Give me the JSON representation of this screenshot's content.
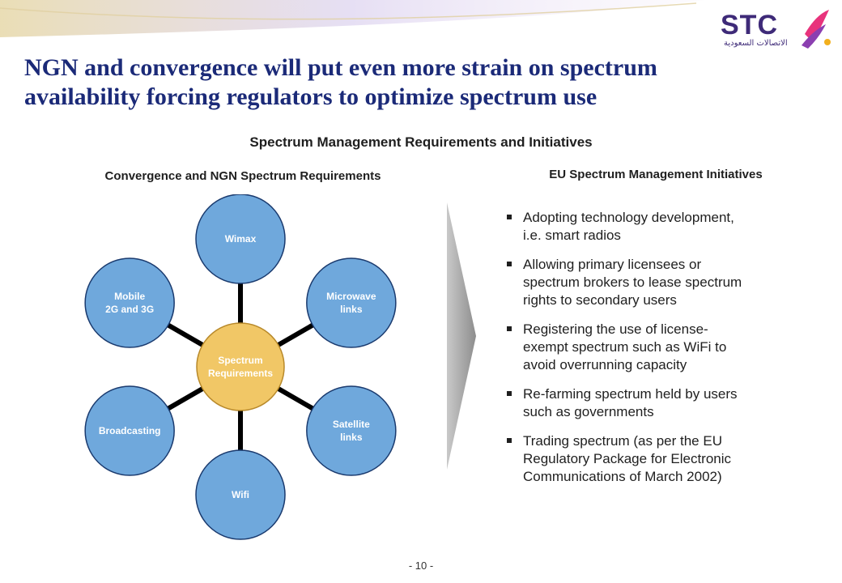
{
  "header": {
    "title_lines": [
      "NGN and convergence will put even more strain on spectrum",
      "availability forcing regulators to optimize spectrum use"
    ]
  },
  "logo": {
    "latin": "STC",
    "arabic": "الاتصالات السعودية"
  },
  "subtitle": "Spectrum Management Requirements and Initiatives",
  "left_panel": {
    "heading": "Convergence and NGN Spectrum Requirements",
    "diagram": {
      "hub": {
        "lines": [
          "Spectrum",
          "Requirements"
        ]
      },
      "nodes": [
        {
          "key": "wimax",
          "lines": [
            "Wimax"
          ]
        },
        {
          "key": "microwave",
          "lines": [
            "Microwave",
            "links"
          ]
        },
        {
          "key": "satellite",
          "lines": [
            "Satellite",
            "links"
          ]
        },
        {
          "key": "wifi",
          "lines": [
            "Wifi"
          ]
        },
        {
          "key": "broadcasting",
          "lines": [
            "Broadcasting"
          ]
        },
        {
          "key": "mobile",
          "lines": [
            "Mobile",
            "2G and 3G"
          ]
        }
      ]
    }
  },
  "right_panel": {
    "heading": "EU Spectrum Management Initiatives",
    "bullets": [
      [
        "Adopting technology development,",
        "i.e. smart radios"
      ],
      [
        "Allowing primary licensees or",
        "spectrum brokers to lease spectrum",
        "rights to secondary users"
      ],
      [
        "Registering the use of license-",
        "exempt spectrum such as WiFi to",
        "avoid overrunning capacity"
      ],
      [
        "Re-farming spectrum held by users",
        "such as governments"
      ],
      [
        "Trading spectrum  (as per the EU",
        "Regulatory Package for Electronic",
        "Communications of March 2002)"
      ]
    ]
  },
  "footer": {
    "page_number": "- 10 -"
  },
  "colors": {
    "title": "#1b2a78",
    "node_fill": "#6fa8dc",
    "node_stroke": "#1a3a6e",
    "hub_fill": "#f1c766",
    "hub_stroke": "#b8892a",
    "spoke": "#000000",
    "arrow": "#9a9a9a",
    "logo_purple": "#3e2a78",
    "logo_accent": "#e8337c"
  }
}
